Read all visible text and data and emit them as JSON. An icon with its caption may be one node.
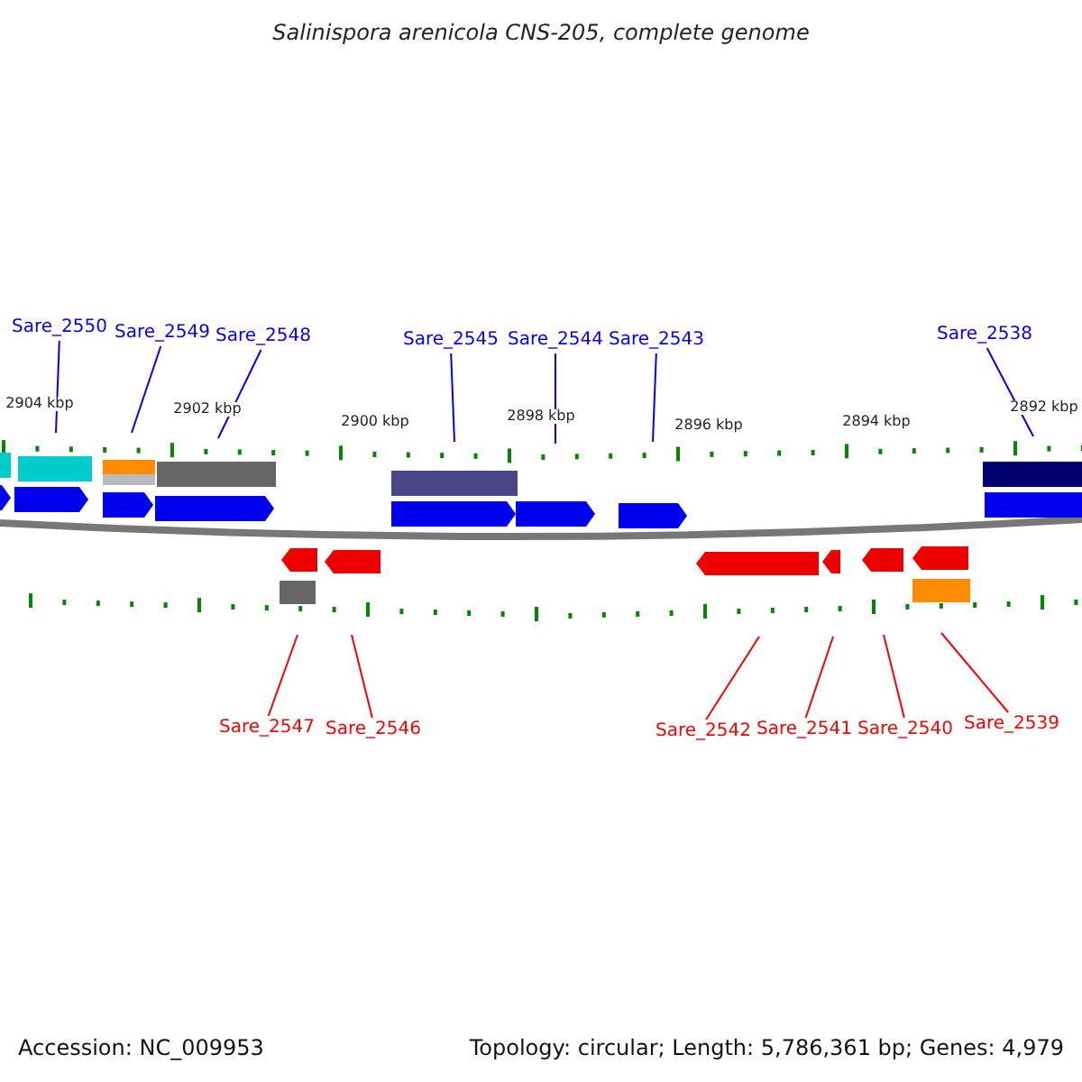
{
  "diagram": {
    "title": "Salinispora arenicola CNS-205, complete genome",
    "nodes": [
      {
        "text": [
          "Sare_2550"
        ]
      },
      {
        "text": [
          "Sare_2549"
        ]
      },
      {
        "text": [
          "Sare_2548"
        ]
      },
      {
        "text": [
          "Sare_2545"
        ]
      },
      {
        "text": [
          "Sare_2544"
        ]
      },
      {
        "text": [
          "Sare_2543"
        ]
      },
      {
        "text": [
          "Sare_2538"
        ]
      },
      {
        "text": [
          "Sare_2547"
        ]
      },
      {
        "text": [
          "Sare_2546"
        ]
      },
      {
        "text": [
          "Sare_2542"
        ]
      },
      {
        "text": [
          "Sare_2541"
        ]
      },
      {
        "text": [
          "Sare_2540"
        ]
      },
      {
        "text": [
          "Sare_2539"
        ]
      }
    ],
    "edges": [
      {
        "from": 0,
        "to": null,
        "arrow": "none"
      },
      {
        "from": 1,
        "to": null,
        "arrow": "none"
      },
      {
        "from": 2,
        "to": null,
        "arrow": "none"
      },
      {
        "from": 3,
        "to": null,
        "arrow": "none"
      },
      {
        "from": 4,
        "to": null,
        "arrow": "none"
      },
      {
        "from": 5,
        "to": null,
        "arrow": "none"
      },
      {
        "from": 6,
        "to": null,
        "arrow": "none"
      },
      {
        "from": 7,
        "to": null,
        "arrow": "none",
        "color": "#ff0000"
      },
      {
        "from": 8,
        "to": null,
        "arrow": "none",
        "color": "#ff0000"
      },
      {
        "from": 9,
        "to": null,
        "arrow": "none",
        "color": "#ff0000"
      },
      {
        "from": 10,
        "to": null,
        "arrow": "none",
        "color": "#ff0000"
      },
      {
        "from": 11,
        "to": null,
        "arrow": "none",
        "color": "#ff0000"
      },
      {
        "from": 12,
        "to": null,
        "arrow": "none",
        "color": "#ff0000"
      }
    ],
    "labels": [
      "2904 kbp",
      "2902 kbp",
      "2900 kbp",
      "2898 kbp",
      "2896 kbp",
      "2894 kbp",
      "2892 kbp",
      "Accession: NC_009953",
      "Topology: circular; Length: 5,786,361 bp; Genes: 4,979"
    ]
  }
}
